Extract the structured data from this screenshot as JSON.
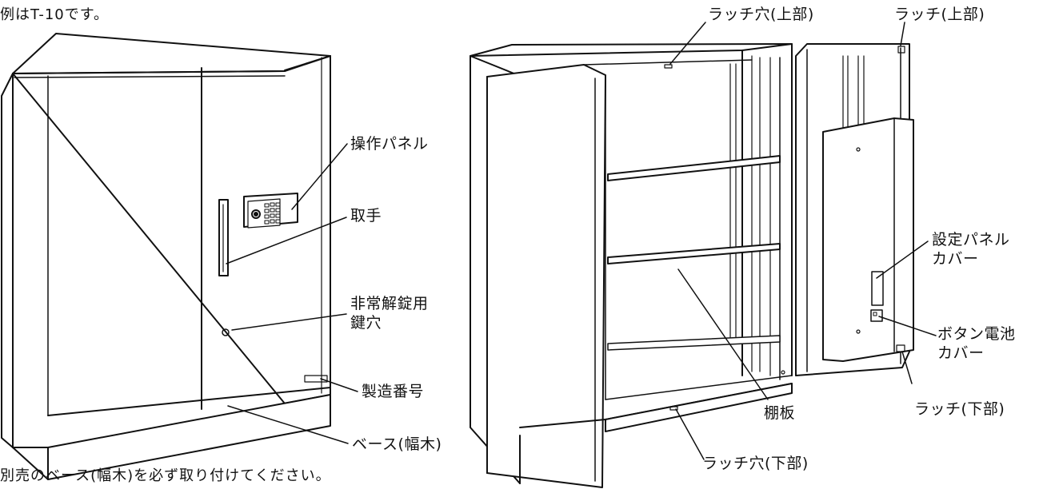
{
  "notes": {
    "top": "例はT-10です。",
    "bottom": "別売のベース(幅木)を必ず取り付けてください。"
  },
  "labels": {
    "control_panel": "操作パネル",
    "handle": "取手",
    "emergency_keyhole": "非常解錠用\n鍵穴",
    "serial_number": "製造番号",
    "base_plinth": "ベース(幅木)",
    "latch_hole_top": "ラッチ穴(上部)",
    "latch_top": "ラッチ(上部)",
    "settings_panel_cover": "設定パネル\nカバー",
    "button_battery_cover": "ボタン電池\nカバー",
    "latch_bottom": "ラッチ(下部)",
    "shelf": "棚板",
    "latch_hole_bottom": "ラッチ穴(下部)"
  }
}
